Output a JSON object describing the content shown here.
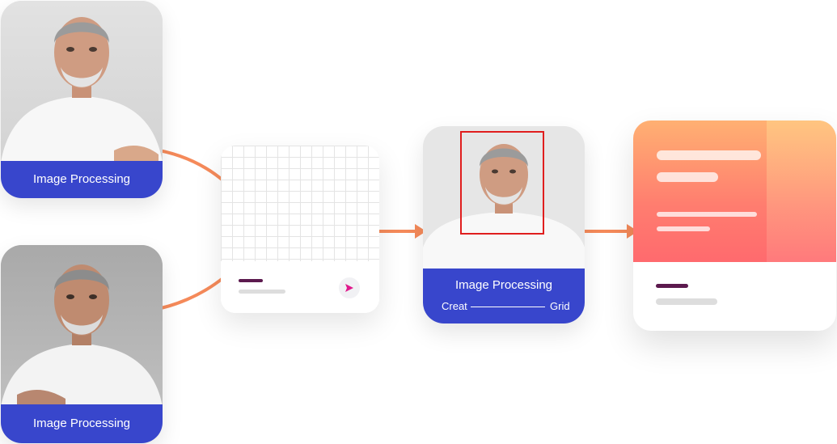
{
  "cards": {
    "input_top": {
      "label": "Image Processing"
    },
    "input_bottom": {
      "label": "Image Processing"
    },
    "processing": {
      "label": "Image Processing",
      "left_caption": "Creat",
      "right_caption": "Grid"
    }
  },
  "colors": {
    "accent_blue": "#3846cc",
    "connector_orange": "#f58a5a",
    "detection_box": "#e01e1e",
    "gradient_top": "#ffb072",
    "gradient_bottom": "#ff6a6e",
    "placeholder_dark": "#5c1a4e",
    "placeholder_light": "#dddddd",
    "send_icon": "#e0188c"
  },
  "icons": {
    "send": "send-arrow-icon",
    "arrow": "arrow-right-icon"
  }
}
